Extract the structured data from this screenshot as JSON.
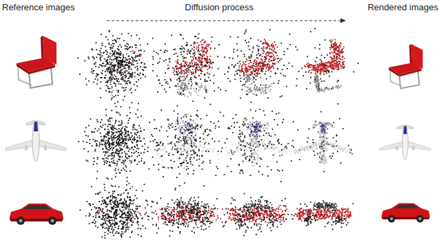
{
  "diagram": {
    "labels": [
      "Reference images",
      "Diffusion process",
      "Rendered images"
    ]
  }
}
